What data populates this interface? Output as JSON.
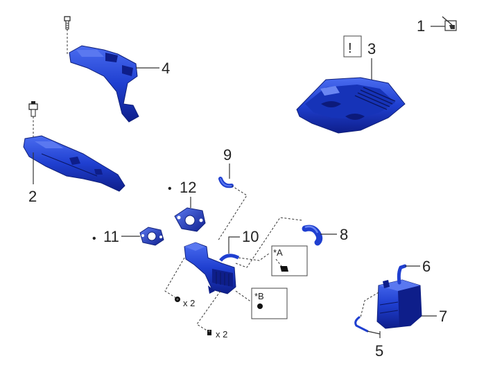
{
  "callouts": {
    "c1": "1",
    "c2": "2",
    "c3": "3",
    "c4": "4",
    "c5": "5",
    "c6": "6",
    "c7": "7",
    "c8": "8",
    "c9": "9",
    "c10": "10",
    "c11": "11",
    "c12": "12"
  },
  "markers": {
    "bullet": "•",
    "caution": "!",
    "qty_top": "x 2",
    "qty_bottom": "x 2",
    "box_a": "*A",
    "box_b": "*B"
  },
  "colors": {
    "part_blue": "#1f3fd0",
    "part_dark": "#0e1e8a",
    "part_light": "#5a78f0",
    "line": "#333333"
  },
  "icons": {
    "item1": "grease-can-icon",
    "item3": "caution-mark-icon"
  }
}
